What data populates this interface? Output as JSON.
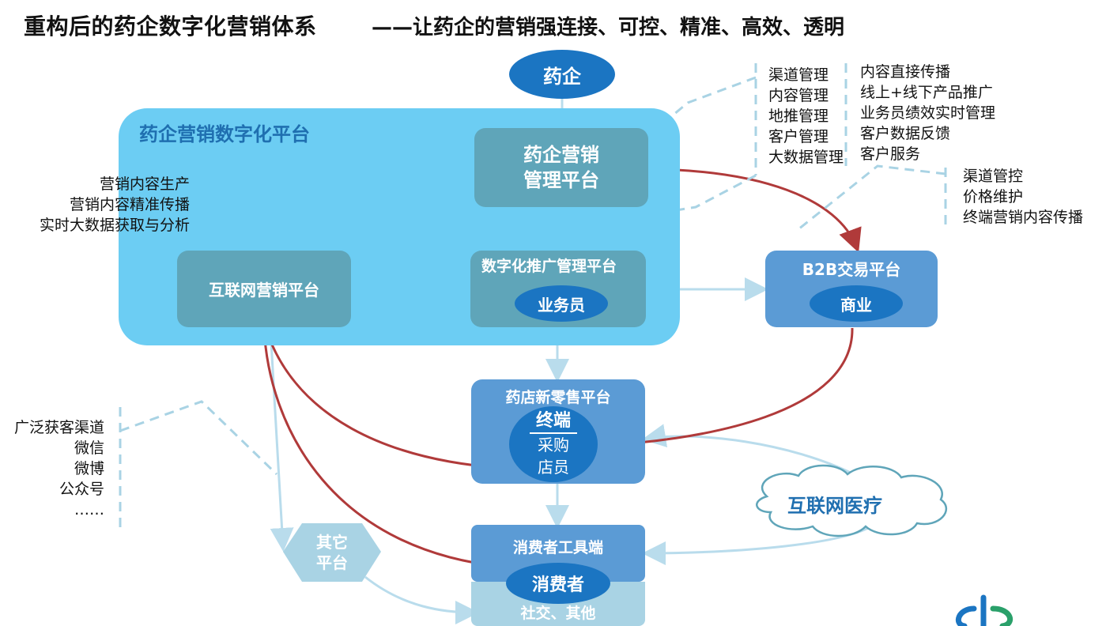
{
  "header": {
    "title": "重构后的药企数字化营销体系",
    "subtitle": "——让药企的营销强连接、可控、精准、高效、透明"
  },
  "platform": {
    "label": "药企营销数字化平台"
  },
  "nodes": {
    "pharma": "药企",
    "mgmt_line1": "药企营销",
    "mgmt_line2": "管理平台",
    "internet_marketing": "互联网营销平台",
    "digital_promo": "数字化推广管理平台",
    "salesperson": "业务员",
    "b2b": "B2B交易平台",
    "commerce": "商业",
    "pharmacy_retail": "药店新零售平台",
    "terminal": "终端",
    "purchase": "采购",
    "clerk": "店员",
    "consumer_tool": "消费者工具端",
    "consumer": "消费者",
    "social": "社交、其他",
    "other_line1": "其它",
    "other_line2": "平台",
    "internet_medical": "互联网医疗"
  },
  "lists": {
    "management_left": [
      "渠道管理",
      "内容管理",
      "地推管理",
      "客户管理",
      "大数据管理"
    ],
    "management_right": [
      "内容直接传播",
      "线上+线下产品推广",
      "业务员绩效实时管理",
      "客户数据反馈",
      "客户服务"
    ],
    "b2b_notes": [
      "渠道管控",
      "价格维护",
      "终端营销内容传播"
    ],
    "marketing_notes": [
      "营销内容生产",
      "营销内容精准传播",
      "实时大数据获取与分析"
    ],
    "channel_notes": [
      "广泛获客渠道",
      "微信",
      "微博",
      "公众号",
      "……"
    ]
  }
}
